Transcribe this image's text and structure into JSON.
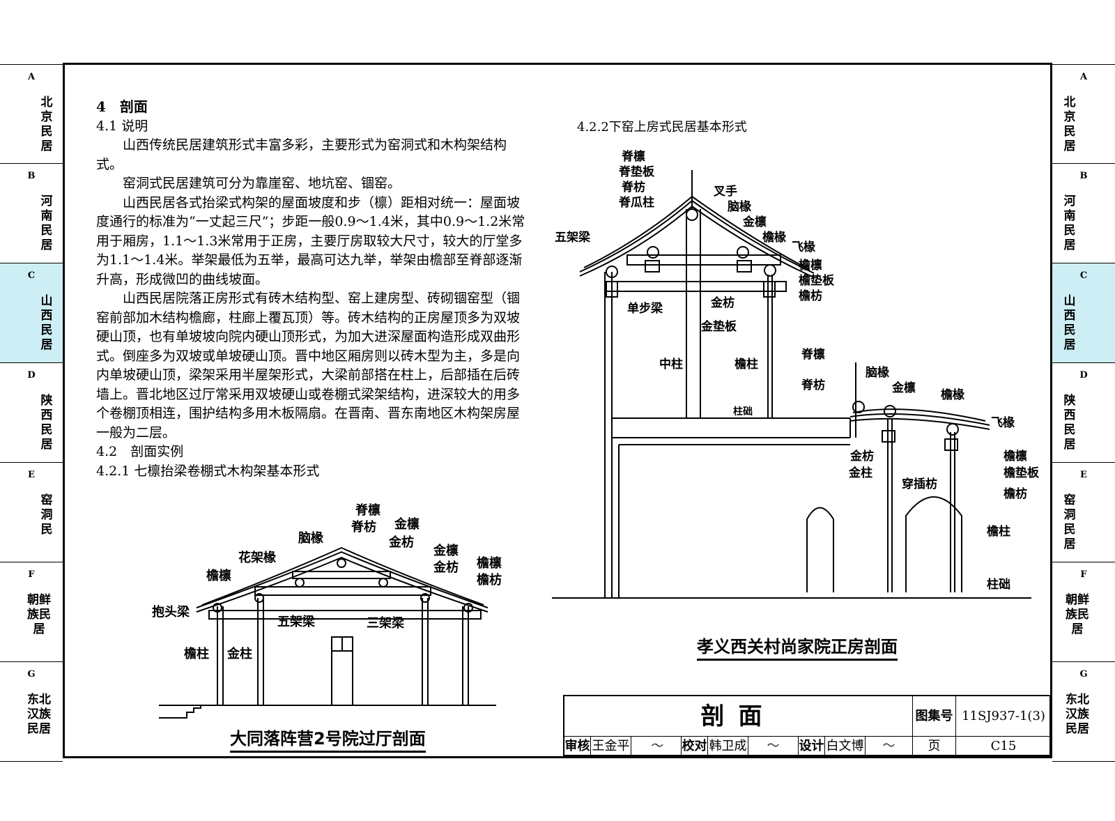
{
  "left_tabs": [
    {
      "letter": "A",
      "name": "北京民居"
    },
    {
      "letter": "B",
      "name": "河南民居"
    },
    {
      "letter": "C",
      "name": "山西民居"
    },
    {
      "letter": "D",
      "name": "陕西民居"
    },
    {
      "letter": "E",
      "name": "窑洞民"
    },
    {
      "letter": "F",
      "name": "朝鲜族民居"
    },
    {
      "letter": "G",
      "name": "东北汉族民居"
    }
  ],
  "right_tabs": [
    {
      "letter": "A",
      "name": "北京民居"
    },
    {
      "letter": "B",
      "name": "河南民居"
    },
    {
      "letter": "C",
      "name": "山西民居"
    },
    {
      "letter": "D",
      "name": "陕西民居"
    },
    {
      "letter": "E",
      "name": "窑洞民居"
    },
    {
      "letter": "F",
      "name": "朝鲜族民居"
    },
    {
      "letter": "G",
      "name": "东北汉族民居"
    }
  ],
  "text": {
    "heading": "4　剖面",
    "s41": "4.1 说明",
    "p1": "山西传统民居建筑形式丰富多彩，主要形式为窑洞式和木构架结构式。",
    "p2": "窑洞式民居建筑可分为靠崖窑、地坑窑、锢窑。",
    "p3": "山西民居各式抬梁式构架的屋面坡度和步（檩）距相对统一：屋面坡度通行的标准为“一丈起三尺”；步距一般0.9～1.4米，其中0.9～1.2米常用于厢房，1.1～1.3米常用于正房，主要厅房取较大尺寸，较大的厅堂多为1.1～1.4米。举架最低为五举，最高可达九举，举架由檐部至脊部逐渐升高，形成微凹的曲线坡面。",
    "p4": "山西民居院落正房形式有砖木结构型、窑上建房型、砖砌锢窑型（锢窑前部加木结构檐廊，柱廊上覆瓦顶）等。砖木结构的正房屋顶多为双坡硬山顶，也有单坡坡向院内硬山顶形式，为加大进深屋面构造形成双曲形式。倒座多为双坡或单坡硬山顶。晋中地区厢房则以砖木型为主，多是向内单坡硬山顶，梁架采用半屋架形式，大梁前部搭在柱上，后部插在后砖墙上。晋北地区过厅常采用双坡硬山或卷棚式梁架结构，进深较大的用多个卷棚顶相连，围护结构多用木板隔扇。在晋南、晋东南地区木构架房屋一般为二层。",
    "s42": "4.2　剖面实例",
    "s421": "4.2.1 七檩抬梁卷棚式木构架基本形式",
    "s422": "4.2.2下窑上房式民居基本形式"
  },
  "fig1": {
    "caption": "大同落阵营2号院过厅剖面",
    "labels": [
      "脊檩",
      "脊枋",
      "金檩",
      "金枋",
      "脑椽",
      "花架椽",
      "金檩",
      "金枋",
      "檐檩",
      "檐枋",
      "檐檩",
      "抱头梁",
      "五架梁",
      "三架梁",
      "檐柱",
      "金柱"
    ]
  },
  "fig2": {
    "caption": "孝义西关村尚家院正房剖面",
    "labels": [
      "脊檩",
      "脊垫板",
      "脊枋",
      "脊瓜柱",
      "叉手",
      "脑椽",
      "金檩",
      "檐椽",
      "飞椽",
      "五架梁",
      "檐檩",
      "檐垫板",
      "檐枋",
      "单步梁",
      "金枋",
      "金垫板",
      "中柱",
      "檐柱",
      "柱础",
      "脊檩",
      "脊枋",
      "脑椽",
      "金檩",
      "檐椽",
      "飞椽",
      "金枋",
      "金柱",
      "穿插枋",
      "檐檩",
      "檐垫板",
      "檐枋",
      "檐柱",
      "柱础"
    ]
  },
  "title_block": {
    "title": "剖面",
    "atlas_label": "图集号",
    "atlas_no": "11SJ937-1(3)",
    "review_label": "审核",
    "reviewer": "王金平",
    "check_label": "校对",
    "checker": "韩卫成",
    "design_label": "设计",
    "designer": "白文博",
    "page_label": "页",
    "page_no": "C15"
  }
}
